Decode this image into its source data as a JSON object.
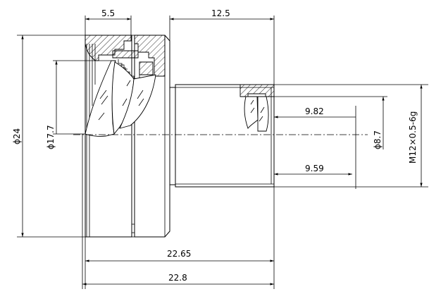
{
  "drawing": {
    "labels": {
      "top_width": "5.5",
      "barrel_length": "12.5",
      "outer_diameter": "ϕ24",
      "inner_diameter": "ϕ17.7",
      "bore_diameter": "ϕ8.7",
      "thread": "M12×0.5-6g",
      "front_depth": "9.82",
      "rear_depth": "9.59",
      "length_short": "22.65",
      "length_total": "22.8"
    }
  }
}
